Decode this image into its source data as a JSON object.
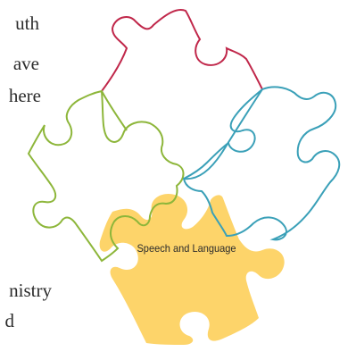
{
  "text_fragments": [
    "uth",
    "ave",
    "here",
    "nistry",
    "d"
  ],
  "puzzle": {
    "highlight_label": "Speech and Language",
    "colors": {
      "red_outline": "#c0274a",
      "teal_outline": "#3aa0b8",
      "green_outline": "#8db63a",
      "yellow_fill": "#fdd46a"
    }
  }
}
